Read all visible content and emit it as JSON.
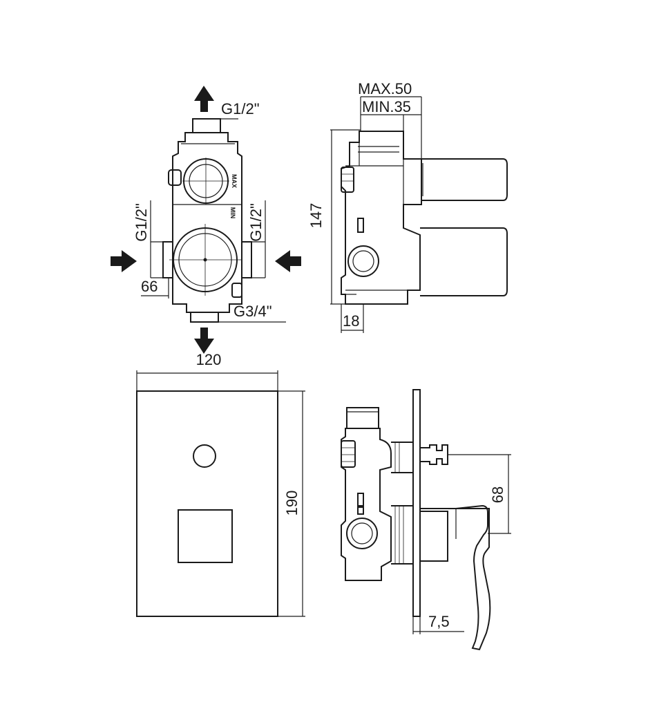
{
  "dimensions": {
    "top_port": "G1/2\"",
    "left_port": "G1/2\"",
    "right_port": "G1/2\"",
    "bottom_port": "G3/4\"",
    "offset_66": "66",
    "max_depth": "MAX.50",
    "min_depth": "MIN.35",
    "height_147": "147",
    "depth_18": "18",
    "plate_width": "120",
    "plate_height": "190",
    "handle_offset": "68",
    "plate_thickness": "7,5"
  },
  "markings": {
    "valve_max": "MAX",
    "valve_min": "MIN"
  }
}
